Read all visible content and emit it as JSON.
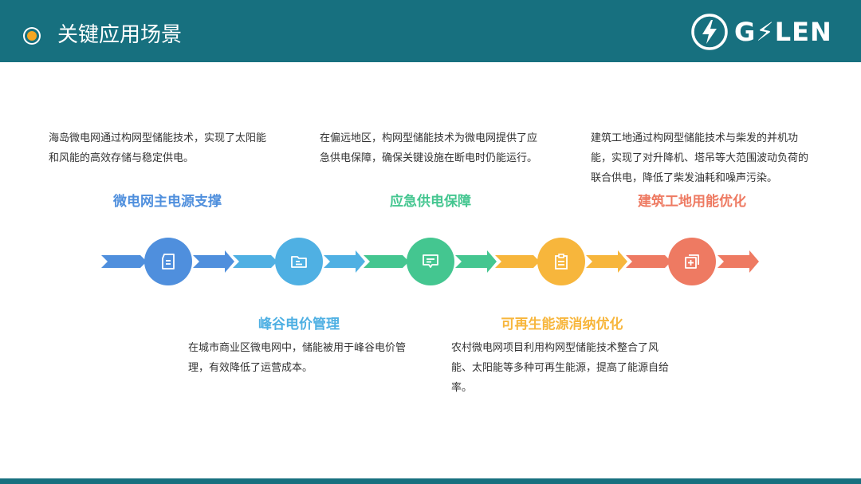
{
  "header": {
    "title": "关键应用场景",
    "logo_text": "G⚡LEN"
  },
  "colors": {
    "header_bg": "#17707f",
    "accent_bullet": "#f5a623",
    "blue": "#4f8fdd",
    "sky": "#4fb0e3",
    "green": "#44c690",
    "orange": "#f7b63c",
    "coral": "#ee7a62"
  },
  "scenarios": [
    {
      "label": "微电网主电源支撑",
      "description": "海岛微电网通过构网型储能技术，实现了太阳能和风能的高效存储与稳定供电。",
      "icon": "document-icon"
    },
    {
      "label": "峰谷电价管理",
      "description": "在城市商业区微电网中，储能被用于峰谷电价管理，有效降低了运营成本。",
      "icon": "folder-icon"
    },
    {
      "label": "应急供电保障",
      "description": "在偏远地区，构网型储能技术为微电网提供了应急供电保障，确保关键设施在断电时仍能运行。",
      "icon": "message-icon"
    },
    {
      "label": "可再生能源消纳优化",
      "description": "农村微电网项目利用构网型储能技术整合了风能、太阳能等多种可再生能源，提高了能源自给率。",
      "icon": "clipboard-icon"
    },
    {
      "label": "建筑工地用能优化",
      "description": "建筑工地通过构网型储能技术与柴发的并机功能，实现了对升降机、塔吊等大范围波动负荷的联合供电，降低了柴发油耗和噪声污染。",
      "icon": "add-box-icon"
    }
  ]
}
